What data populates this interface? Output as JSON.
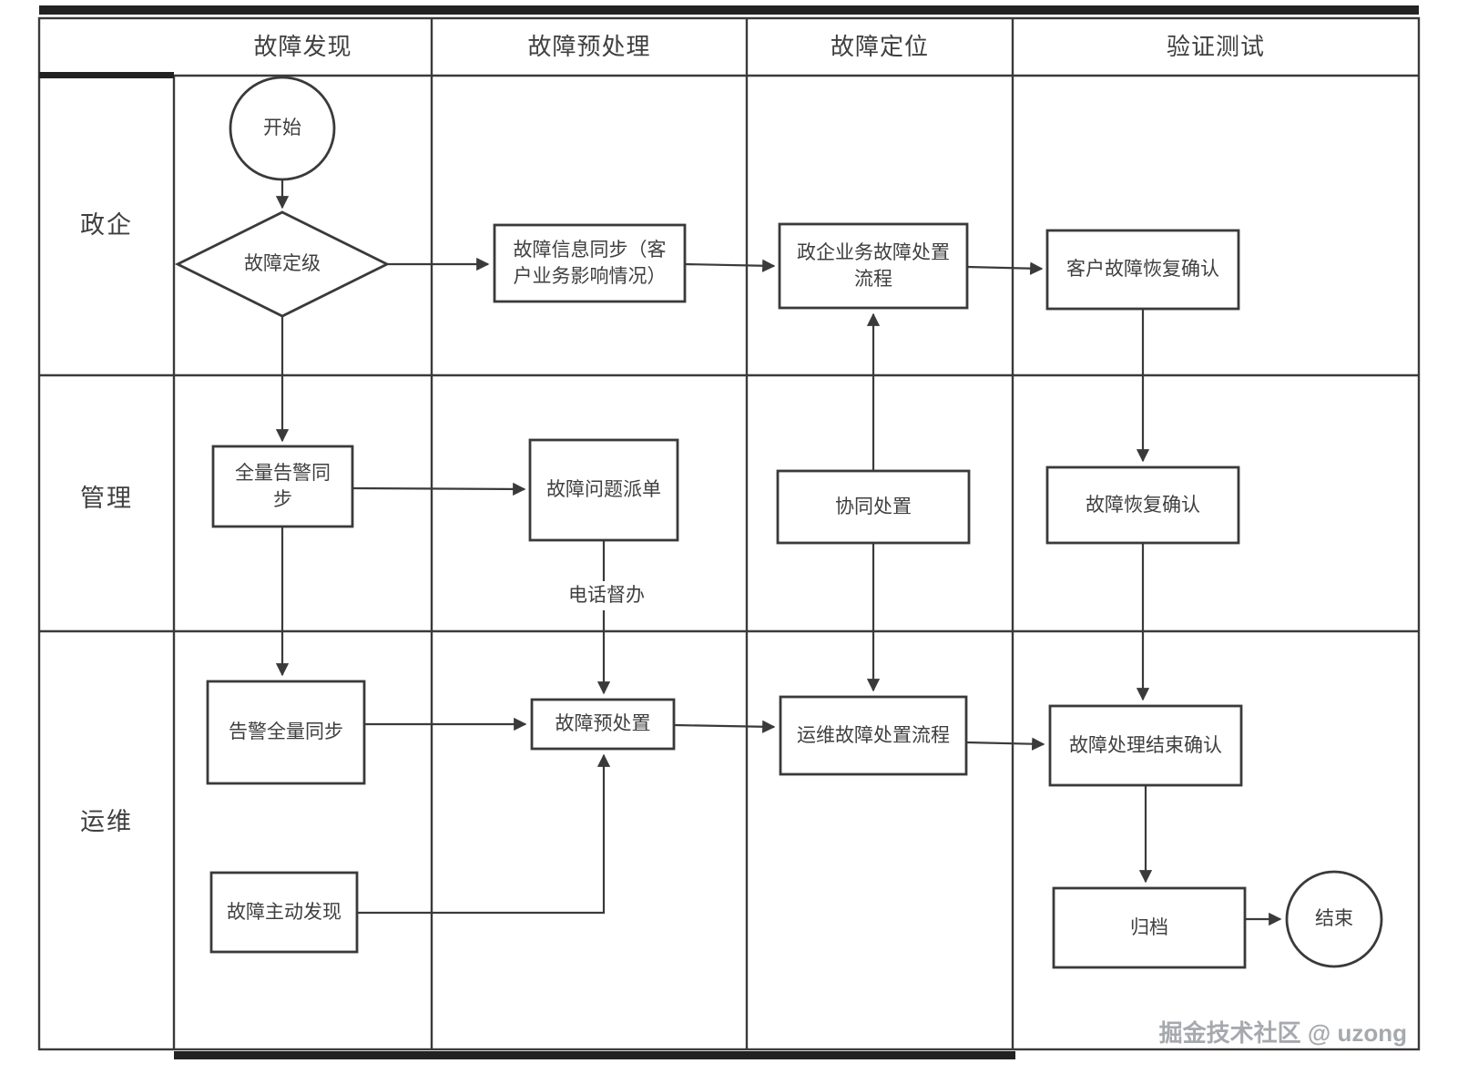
{
  "diagram": {
    "type": "swimlane-flowchart",
    "phases": [
      "故障发现",
      "故障预处理",
      "故障定位",
      "验证测试"
    ],
    "lanes": [
      "政企",
      "管理",
      "运维"
    ],
    "nodes": {
      "start": "开始",
      "fault_grading": "故障定级",
      "fault_info_sync": "故障信息同步（客\n户业务影响情况）",
      "gov_business_process": "政企业务故障处置\n流程",
      "customer_recovery_confirm": "客户故障恢复确认",
      "full_alarm_sync": "全量告警同\n步",
      "fault_ticket_dispatch": "故障问题派单",
      "collaborative_handling": "协同处置",
      "fault_recovery_confirm": "故障恢复确认",
      "alarm_full_sync": "告警全量同步",
      "fault_pre_handle": "故障预处置",
      "ops_fault_process": "运维故障处置流程",
      "fault_end_confirm": "故障处理结束确认",
      "fault_proactive_discovery": "故障主动发现",
      "archive": "归档",
      "end": "结束"
    },
    "edge_labels": {
      "phone_supervision": "电话督办"
    },
    "watermark": "掘金技术社区 @ uzong",
    "colors": {
      "background": "#ffffff",
      "line": "#3a3a3a",
      "text": "#3f3f3f",
      "thick_bar": "#222222",
      "watermark": "#a6a9ad"
    }
  }
}
